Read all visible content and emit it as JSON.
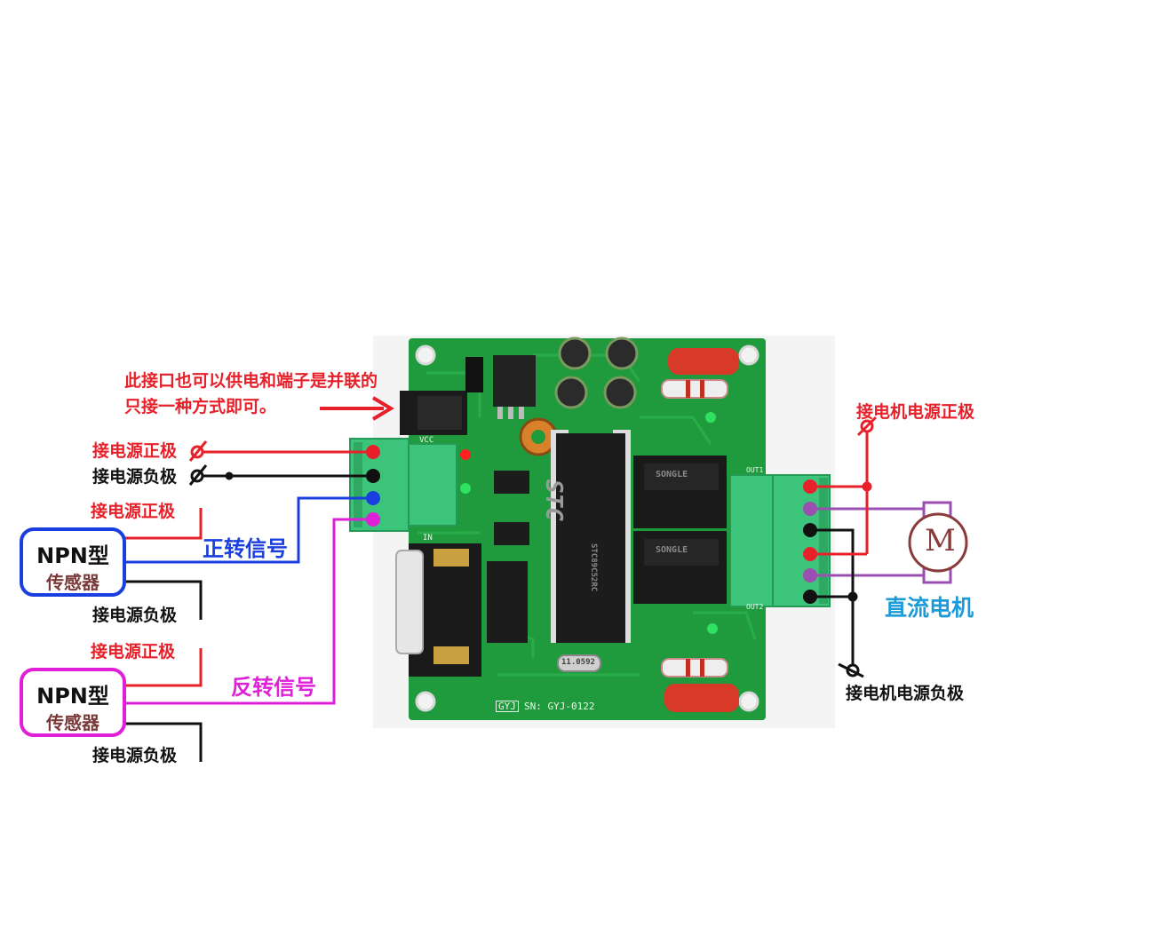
{
  "annotation": {
    "line1": "此接口也可以供电和端子是并联的",
    "line2": "只接一种方式即可。"
  },
  "left_terminals": {
    "power_pos": "接电源正极",
    "power_neg": "接电源负极"
  },
  "sensor1": {
    "title": "NPN型",
    "subtitle": "传感器",
    "power_pos": "接电源正极",
    "power_neg": "接电源负极",
    "signal": "正转信号"
  },
  "sensor2": {
    "title": "NPN型",
    "subtitle": "传感器",
    "power_pos": "接电源正极",
    "power_neg": "接电源负极",
    "signal": "反转信号"
  },
  "motor": {
    "symbol": "M",
    "label": "直流电机",
    "power_pos": "接电机电源正极",
    "power_neg": "接电机电源负极"
  },
  "board": {
    "chip_brand": "STC",
    "chip_model": "STC89C52RC",
    "serial_prefix": "GYJ",
    "serial": "SN: GYJ-0122",
    "vcc": "VCC",
    "in_label": "IN",
    "out1": "OUT1",
    "out2": "OUT2",
    "crystal": "11.0592",
    "relay1": "SONGLE",
    "relay2": "SONGLE"
  },
  "colors": {
    "pcb": "#1f9a3c",
    "terminal": "#3cc47a",
    "wire_red": "#e8202a",
    "wire_black": "#111111",
    "wire_blue": "#1a3fe0",
    "wire_magenta": "#e020d8",
    "wire_purple": "#9b4fb0",
    "motor_label": "#1b9bd8"
  }
}
